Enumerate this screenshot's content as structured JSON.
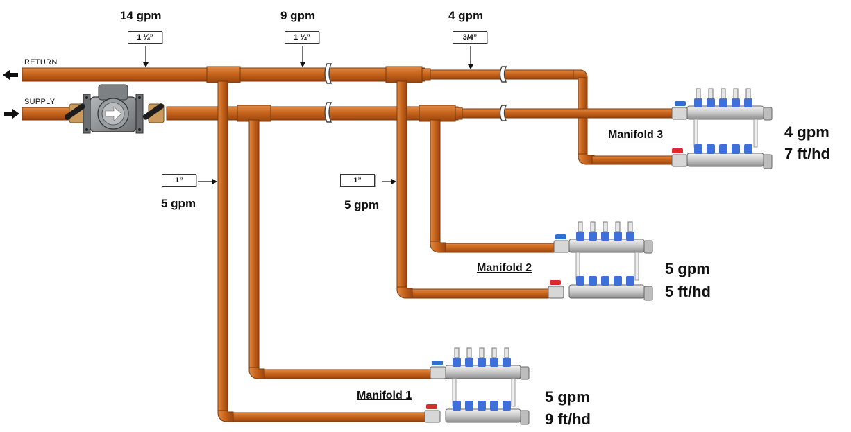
{
  "labels": {
    "return": "RETURN",
    "supply": "SUPPLY"
  },
  "main_pipe": [
    {
      "flow": "14 gpm",
      "size": "1 ¼”"
    },
    {
      "flow": "9 gpm",
      "size": "1 ¼”"
    },
    {
      "flow": "4 gpm",
      "size": "3/4”"
    }
  ],
  "branches": [
    {
      "size": "1”",
      "flow": "5 gpm"
    },
    {
      "size": "1”",
      "flow": "5 gpm"
    }
  ],
  "manifolds": [
    {
      "name": "Manifold 1",
      "flow": "5 gpm",
      "head": "9 ft/hd"
    },
    {
      "name": "Manifold 2",
      "flow": "5 gpm",
      "head": "5 ft/hd"
    },
    {
      "name": "Manifold 3",
      "flow": "4 gpm",
      "head": "7 ft/hd"
    }
  ],
  "colors": {
    "pipe": "#c8651c",
    "pipe_edge": "#7a3a0c",
    "pump_body": "#8b8e91",
    "brass": "#c99a5b",
    "valve_handle_supply": "#2f6fd0",
    "valve_handle_return": "#d92b2b",
    "loop_cap": "#3f6fd8"
  }
}
